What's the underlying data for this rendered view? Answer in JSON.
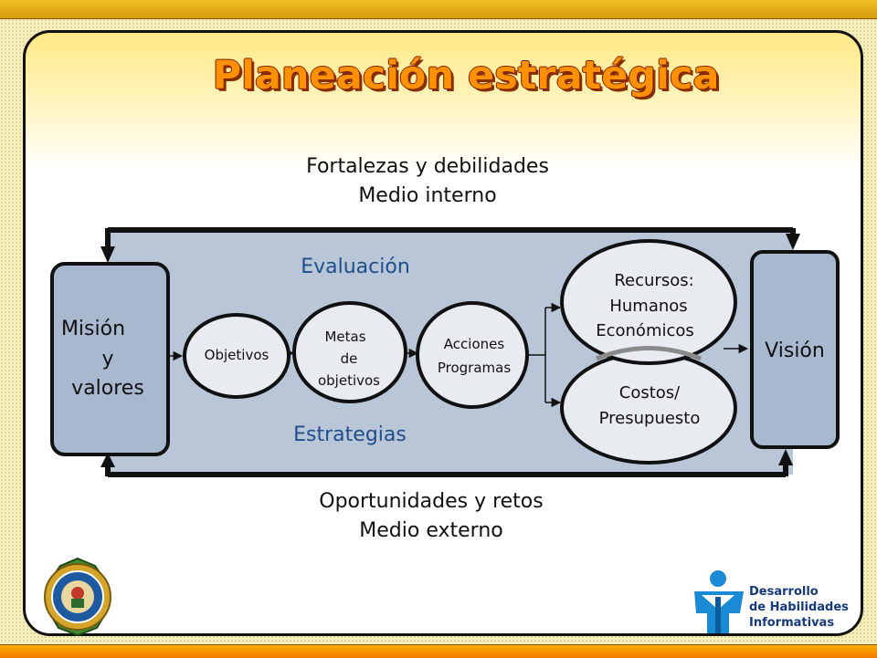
{
  "title": "Planeación estratégica",
  "top_note": {
    "line1": "Fortalezas y debilidades",
    "line2": "Medio interno"
  },
  "bottom_note": {
    "line1": "Oportunidades y retos",
    "line2": "Medio externo"
  },
  "band": {
    "top_label": "Evaluación",
    "bottom_label": "Estrategias"
  },
  "mision": {
    "line1": "Misión",
    "line2": "y",
    "line3": "valores"
  },
  "vision": "Visión",
  "nodes": {
    "objetivos": "Objetivos",
    "metas": {
      "line1": "Metas",
      "line2": "de",
      "line3": "objetivos"
    },
    "acciones": {
      "line1": "Acciones",
      "line2": "Programas"
    },
    "recursos": {
      "line1": "Recursos:",
      "line2": "Humanos",
      "line3": "Económicos"
    },
    "costos": {
      "line1": "Costos/",
      "line2": "Presupuesto"
    }
  },
  "logo_right": {
    "line1": "Desarrollo",
    "line2": "de Habilidades",
    "line3": "Informativas"
  },
  "colors": {
    "title_orange": "#ff9000",
    "band_fill": "#b9c6d7",
    "box_fill": "#a8b8cf",
    "node_fill": "#e8ecf1",
    "blue_label": "#1f4e8c",
    "logo_blue": "#163a7a"
  }
}
